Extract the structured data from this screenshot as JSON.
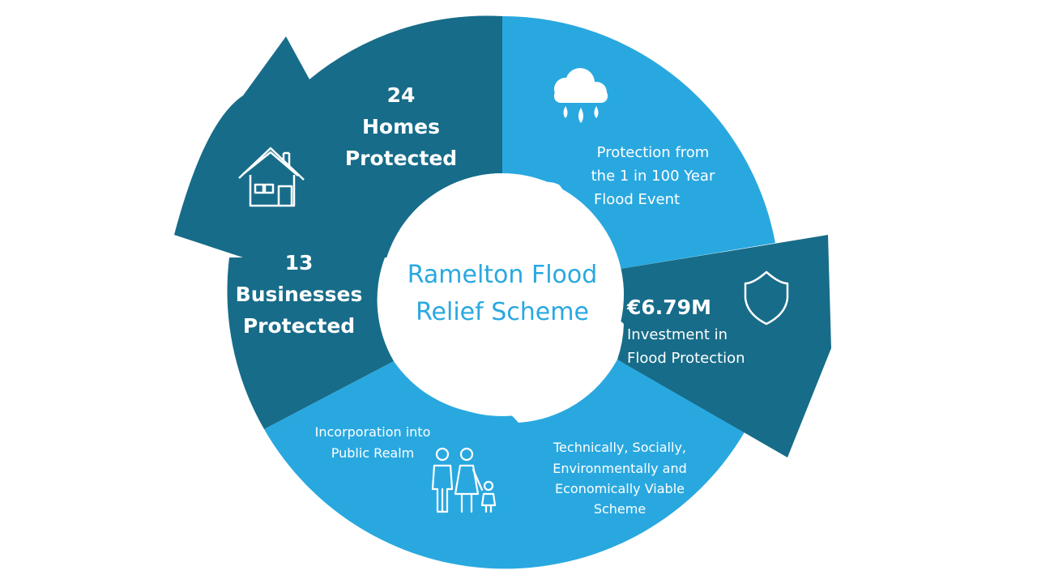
{
  "title": {
    "line1": "Ramelton Flood",
    "line2": "Relief Scheme"
  },
  "colors": {
    "dark": "#176c89",
    "light": "#29a8e0",
    "text": "#ffffff",
    "title": "#29a8e0"
  },
  "segments": [
    {
      "id": "homes",
      "icon": "house-icon",
      "number": "24",
      "lines": [
        "Homes",
        "Protected"
      ]
    },
    {
      "id": "flood-event",
      "icon": "rain-cloud-icon",
      "lines": [
        "Protection from",
        "the 1 in 100 Year",
        "Flood Event"
      ]
    },
    {
      "id": "investment",
      "icon": "shield-icon",
      "number": "€6.79M",
      "lines": [
        "Investment in",
        "Flood Protection"
      ]
    },
    {
      "id": "viable",
      "lines": [
        "Technically, Socially,",
        "Environmentally and",
        "Economically Viable",
        "Scheme"
      ]
    },
    {
      "id": "public-realm",
      "icon": "family-icon",
      "lines": [
        "Incorporation into",
        "Public Realm"
      ]
    },
    {
      "id": "businesses",
      "number": "13",
      "lines": [
        "Businesses",
        "Protected"
      ]
    }
  ]
}
